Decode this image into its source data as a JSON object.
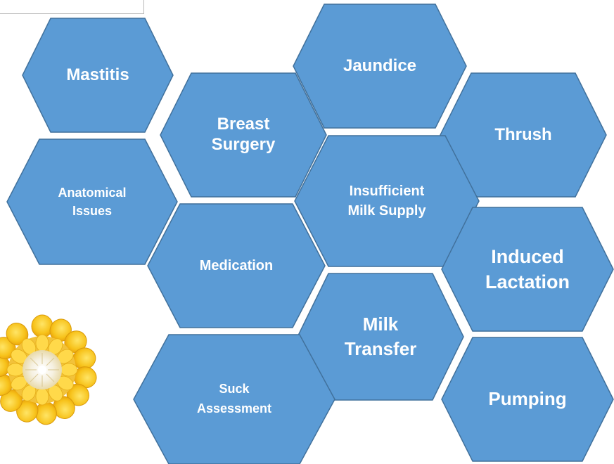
{
  "colors": {
    "hex_fill": "#5B9BD5",
    "hex_stroke": "#41719C",
    "text": "#FFFFFF"
  },
  "hexagons": [
    {
      "label": "Mastitis"
    },
    {
      "label": "Jaundice"
    },
    {
      "label": "Breast Surgery"
    },
    {
      "label": "Thrush"
    },
    {
      "label": "Anatomical Issues"
    },
    {
      "label": "Insufficient Milk Supply"
    },
    {
      "label": "Medication"
    },
    {
      "label": "Induced Lactation"
    },
    {
      "label": "Milk Transfer"
    },
    {
      "label": "Suck Assessment"
    },
    {
      "label": "Pumping"
    }
  ],
  "decoration": {
    "image": "corn-slice-image"
  }
}
